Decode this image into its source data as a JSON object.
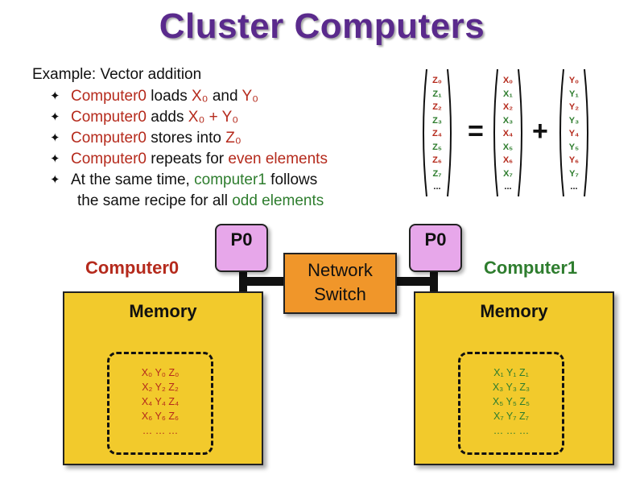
{
  "title": "Cluster Computers",
  "example_heading": "Example: Vector addition",
  "bullets": [
    {
      "parts": [
        {
          "text": "Computer0",
          "color": "red"
        },
        {
          "text": " loads ",
          "color": "dark"
        },
        {
          "text": "X₀",
          "color": "red"
        },
        {
          "text": " and ",
          "color": "dark"
        },
        {
          "text": "Y₀",
          "color": "red"
        }
      ]
    },
    {
      "parts": [
        {
          "text": "Computer0",
          "color": "red"
        },
        {
          "text": " adds ",
          "color": "dark"
        },
        {
          "text": "X₀ + Y₀",
          "color": "red"
        }
      ]
    },
    {
      "parts": [
        {
          "text": "Computer0",
          "color": "red"
        },
        {
          "text": " stores into ",
          "color": "dark"
        },
        {
          "text": "Z₀",
          "color": "red"
        }
      ]
    },
    {
      "parts": [
        {
          "text": "Computer0",
          "color": "red"
        },
        {
          "text": " repeats for ",
          "color": "dark"
        },
        {
          "text": "even elements",
          "color": "red"
        }
      ]
    },
    {
      "parts": [
        {
          "text": "At the same time, ",
          "color": "dark"
        },
        {
          "text": "computer1",
          "color": "green"
        },
        {
          "text": " follows",
          "color": "dark"
        }
      ]
    }
  ],
  "bullet_continuation": {
    "parts": [
      {
        "text": "the same recipe for all ",
        "color": "dark"
      },
      {
        "text": "odd elements",
        "color": "green"
      }
    ]
  },
  "bullet_glyph": "✦",
  "equation": {
    "equals": "=",
    "plus": "+",
    "z": [
      "Z₀",
      "Z₁",
      "Z₂",
      "Z₃",
      "Z₄",
      "Z₅",
      "Z₆",
      "Z₇",
      "..."
    ],
    "x": [
      "X₀",
      "X₁",
      "X₂",
      "X₃",
      "X₄",
      "X₅",
      "X₆",
      "X₇",
      "..."
    ],
    "y": [
      "Y₀",
      "Y₁",
      "Y₂",
      "Y₃",
      "Y₄",
      "Y₅",
      "Y₆",
      "Y₇",
      "..."
    ]
  },
  "computer0": {
    "label": "Computer0",
    "processor": "P0",
    "memory_title": "Memory",
    "memory_items": [
      "X₀ Y₀ Z₀",
      "X₂ Y₂ Z₂",
      "X₄ Y₄ Z₄",
      "X₆ Y₆ Z₆",
      "… … …"
    ]
  },
  "computer1": {
    "label": "Computer1",
    "processor": "P0",
    "memory_title": "Memory",
    "memory_items": [
      "X₁ Y₁ Z₁",
      "X₃ Y₃ Z₃",
      "X₅ Y₅ Z₅",
      "X₇ Y₇ Z₇",
      "… … …"
    ]
  },
  "network_switch": {
    "line1": "Network",
    "line2": "Switch"
  },
  "colors": {
    "title": "#5a2a8c",
    "red": "#b52a1c",
    "green": "#2e7d2e",
    "memory_fill": "#f2ca2c",
    "processor_fill": "#e7a7ea",
    "switch_fill": "#f0962a"
  }
}
